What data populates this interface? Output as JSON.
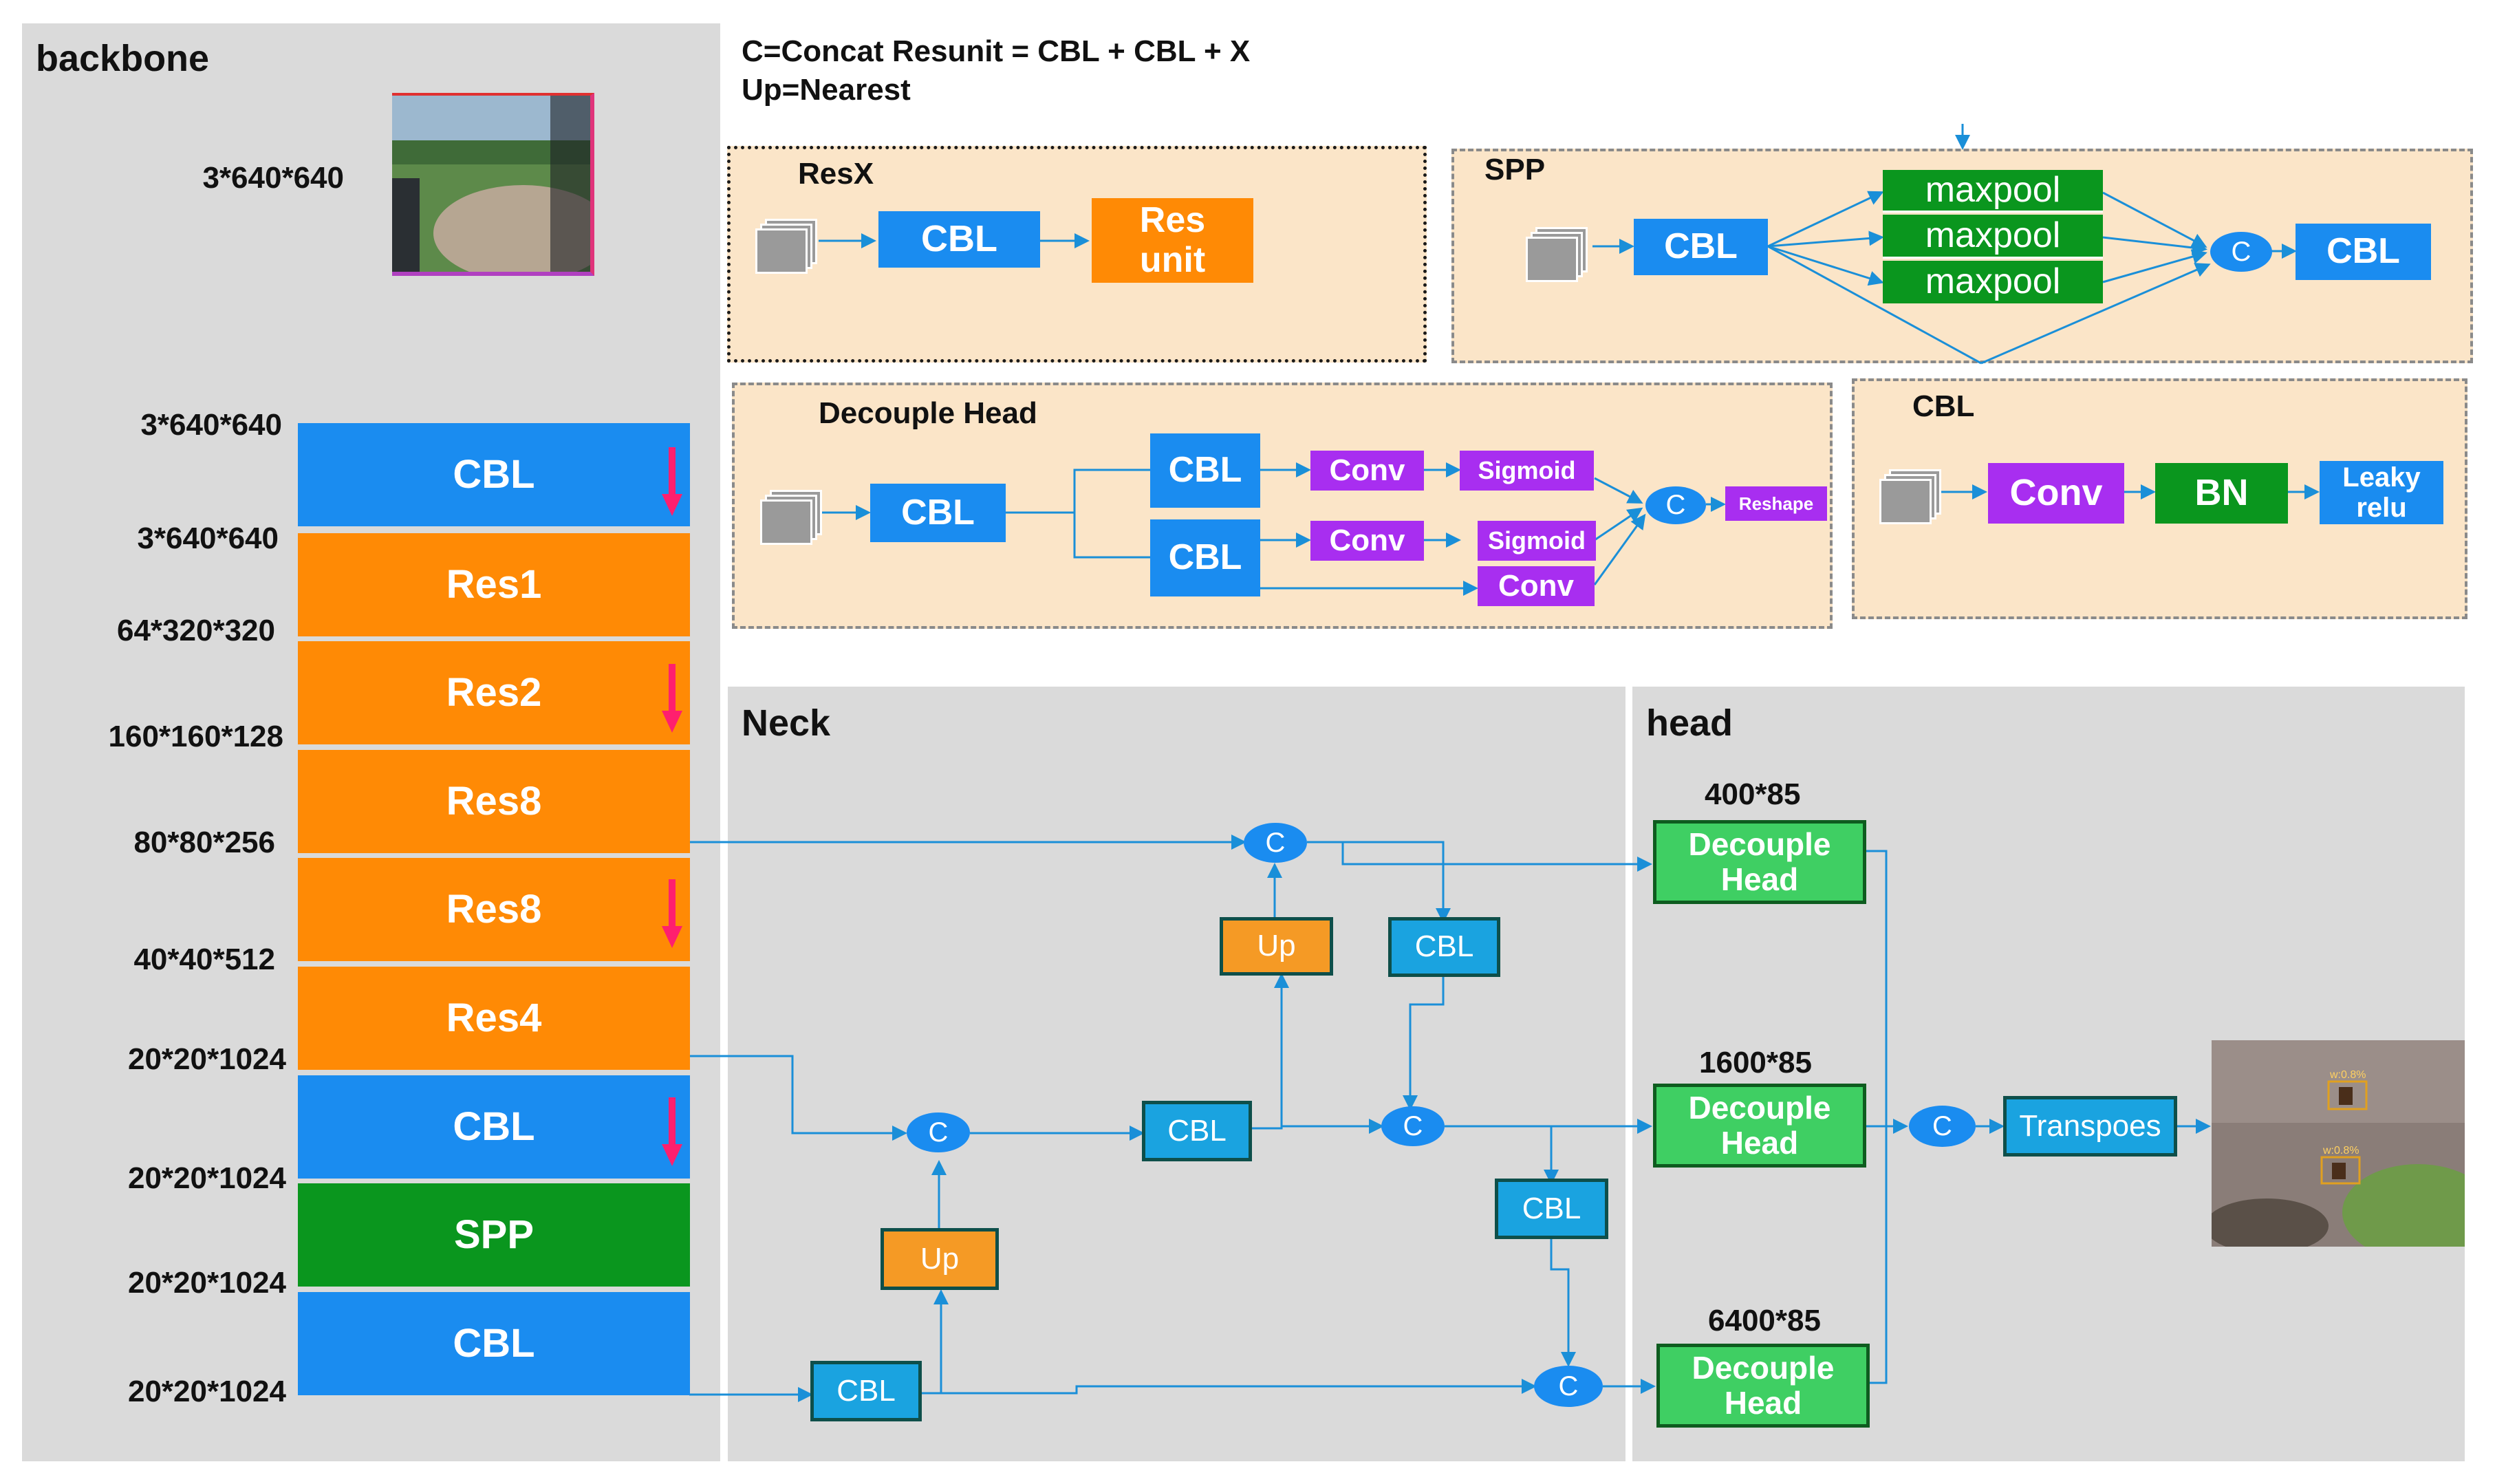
{
  "legend": {
    "line1": "C=Concat  Resunit = CBL + CBL + X",
    "line2": "Up=Nearest"
  },
  "backbone": {
    "title": "backbone",
    "input_dim": "3*640*640",
    "layers": [
      "CBL",
      "Res1",
      "Res2",
      "Res8",
      "Res8",
      "Res4",
      "CBL",
      "SPP",
      "CBL"
    ],
    "dims": [
      "3*640*640",
      "3*640*640",
      "64*320*320",
      "160*160*128",
      "80*80*256",
      "40*40*512",
      "20*20*1024",
      "20*20*1024",
      "20*20*1024",
      "20*20*1024"
    ]
  },
  "resx": {
    "title": "ResX",
    "cbl": "CBL",
    "resunit": "Res\nunit"
  },
  "spp": {
    "title": "SPP",
    "cbl_in": "CBL",
    "pools": [
      "maxpool",
      "maxpool",
      "maxpool"
    ],
    "concat": "C",
    "cbl_out": "CBL"
  },
  "decouple": {
    "title": "Decouple Head",
    "cbl_in": "CBL",
    "cbl_a": "CBL",
    "cbl_b": "CBL",
    "conv_a": "Conv",
    "conv_b": "Conv",
    "conv_c": "Conv",
    "sig_a": "Sigmoid",
    "sig_b": "Sigmoid",
    "concat": "C",
    "reshape": "Reshape"
  },
  "cbl_def": {
    "title": "CBL",
    "conv": "Conv",
    "bn": "BN",
    "act": "Leaky\nrelu"
  },
  "neck": {
    "title": "Neck",
    "c_top": "C",
    "up_top": "Up",
    "cbl_top": "CBL",
    "c_mid_left": "C",
    "cbl_mid": "CBL",
    "c_mid_right": "C",
    "up_bottom": "Up",
    "cbl_right": "CBL",
    "cbl_bottom": "CBL",
    "c_bottom": "C"
  },
  "head": {
    "title": "head",
    "dims": [
      "400*85",
      "1600*85",
      "6400*85"
    ],
    "decouple_label": "Decouple\nHead",
    "concat": "C",
    "transpose": "Transpoes"
  },
  "output_photo": {
    "detections": [
      "w:0.8%",
      "w:0.8%"
    ]
  }
}
